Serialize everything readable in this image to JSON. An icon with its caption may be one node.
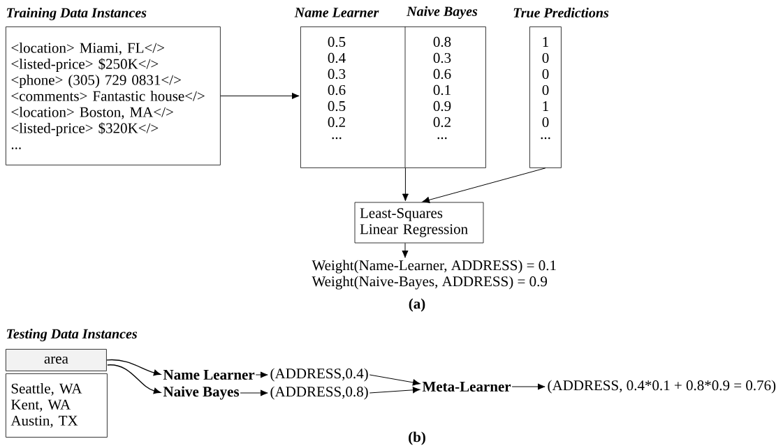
{
  "diagram": {
    "nodes": [
      {
        "text": [
          "Training Data Instances",
          "<location> Miami, FL</>",
          "<listed-price> $250K</>",
          "<phone> (305) 729 0831</>",
          "<comments> Fantastic house</>",
          "<location> Boston, MA</>",
          "<listed-price> $320K</>",
          "..."
        ]
      },
      {
        "text": [
          "Name Learner",
          "Naive Bayes",
          "0.5",
          "0.8",
          "0.4",
          "0.3",
          "0.3",
          "0.6",
          "0.6",
          "0.1",
          "0.5",
          "0.9",
          "0.2",
          "0.2",
          "...",
          "..."
        ]
      },
      {
        "text": [
          "True Predictions",
          "1",
          "0",
          "0",
          "0",
          "1",
          "0",
          "..."
        ]
      },
      {
        "text": [
          "Least-Squares Linear Regression"
        ]
      },
      {
        "text": [
          "Weight(Name-Learner, ADDRESS) = 0.1",
          "Weight(Naive-Bayes, ADDRESS) = 0.9"
        ]
      },
      {
        "text": [
          "area"
        ]
      },
      {
        "text": [
          "Seattle, WA",
          "Kent, WA",
          "Austin, TX"
        ]
      },
      {
        "text": [
          "Name Learner"
        ]
      },
      {
        "text": [
          "Naive Bayes"
        ]
      },
      {
        "text": [
          "(ADDRESS,0.4)"
        ]
      },
      {
        "text": [
          "(ADDRESS,0.8)"
        ]
      },
      {
        "text": [
          "Meta-Learner"
        ]
      },
      {
        "text": [
          "(ADDRESS, 0.4*0.1 + 0.8*0.9 = 0.76)"
        ]
      }
    ],
    "edges": [
      {
        "from": 0,
        "to": 1,
        "arrow": "to"
      },
      {
        "from": 1,
        "to": 3,
        "arrow": "to"
      },
      {
        "from": 2,
        "to": 3,
        "arrow": "to"
      },
      {
        "from": 3,
        "to": 4,
        "arrow": "to"
      },
      {
        "from": 5,
        "to": 7,
        "arrow": "to"
      },
      {
        "from": 6,
        "to": 8,
        "arrow": "to"
      },
      {
        "from": 7,
        "to": 9,
        "arrow": "to"
      },
      {
        "from": 8,
        "to": 10,
        "arrow": "to"
      },
      {
        "from": 9,
        "to": 11,
        "arrow": "to"
      },
      {
        "from": 10,
        "to": 11,
        "arrow": "to"
      },
      {
        "from": 11,
        "to": 12,
        "arrow": "to"
      }
    ],
    "labels": [
      "(a)",
      "Testing Data Instances",
      "(b)"
    ]
  }
}
